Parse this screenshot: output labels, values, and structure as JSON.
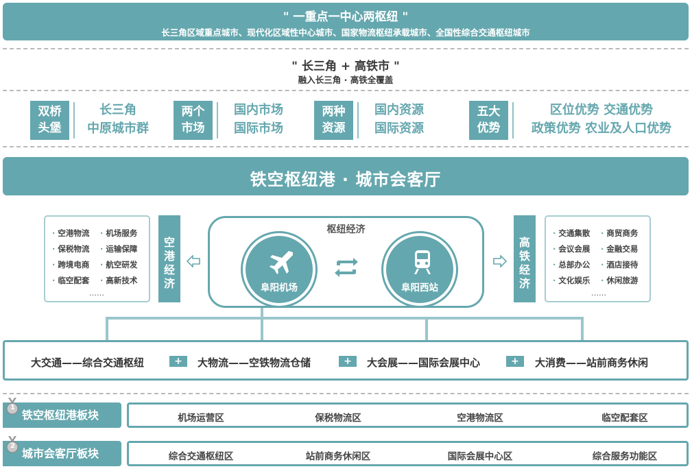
{
  "top_banner": {
    "title": "\" 一重点一中心两枢纽 \"",
    "subtitle": "长三角区域重点城市、现代化区域性中心城市、国家物流枢纽承载城市、全国性综合交通枢纽城市"
  },
  "second_banner": {
    "title": "\" 长三角 + 高铁市 \"",
    "subtitle": "融入长三角 · 高铁全覆盖"
  },
  "pillars": [
    {
      "tag": [
        "双桥",
        "头堡"
      ],
      "lines": [
        "长三角",
        "中原城市群"
      ]
    },
    {
      "tag": [
        "两个",
        "市场"
      ],
      "lines": [
        "国内市场",
        "国际市场"
      ]
    },
    {
      "tag": [
        "两种",
        "资源"
      ],
      "lines": [
        "国内资源",
        "国际资源"
      ]
    },
    {
      "tag": [
        "五大",
        "优势"
      ],
      "lines": [
        "区位优势  交通优势",
        "政策优势  农业及人口优势"
      ]
    }
  ],
  "main_banner": {
    "title": "铁空枢纽港 · 城市会客厅"
  },
  "left_list": {
    "items": [
      "空港物流",
      "机场服务",
      "保税物流",
      "运输保障",
      "跨境电商",
      "航空研发",
      "临空配套",
      "高新技术"
    ],
    "more": "……"
  },
  "left_tag": [
    "空",
    "港",
    "经",
    "济"
  ],
  "right_tag": [
    "高",
    "铁",
    "经",
    "济"
  ],
  "right_list": {
    "items": [
      "交通集散",
      "商贸商务",
      "会议会展",
      "金融交易",
      "总部办公",
      "酒店接待",
      "文化娱乐",
      "休闲旅游"
    ],
    "more": "……"
  },
  "hub": {
    "title": "枢纽经济",
    "airport": "阜阳机场",
    "station": "阜阳西站"
  },
  "flow": {
    "items": [
      "大交通——综合交通枢纽",
      "大物流——空铁物流仓储",
      "大会展——国际会展中心",
      "大消费——站前商务休闲"
    ],
    "plus": "+"
  },
  "rows": [
    {
      "num": "1",
      "tag": "铁空枢纽港板块",
      "items": [
        "机场运营区",
        "保税物流区",
        "空港物流区",
        "临空配套区"
      ]
    },
    {
      "num": "2",
      "tag": "城市会客厅板块",
      "items": [
        "综合交通枢纽区",
        "站前商务休闲区",
        "国际会展中心区",
        "综合服务功能区"
      ]
    }
  ],
  "colors": {
    "accent": "#65a7ae",
    "accent_light": "#a7cdd1",
    "text": "#333333"
  },
  "icons": [
    "airplane-icon",
    "train-icon",
    "swap-arrows-icon",
    "left-arrow-icon",
    "right-arrow-icon",
    "plus-icon",
    "medal-icon"
  ]
}
